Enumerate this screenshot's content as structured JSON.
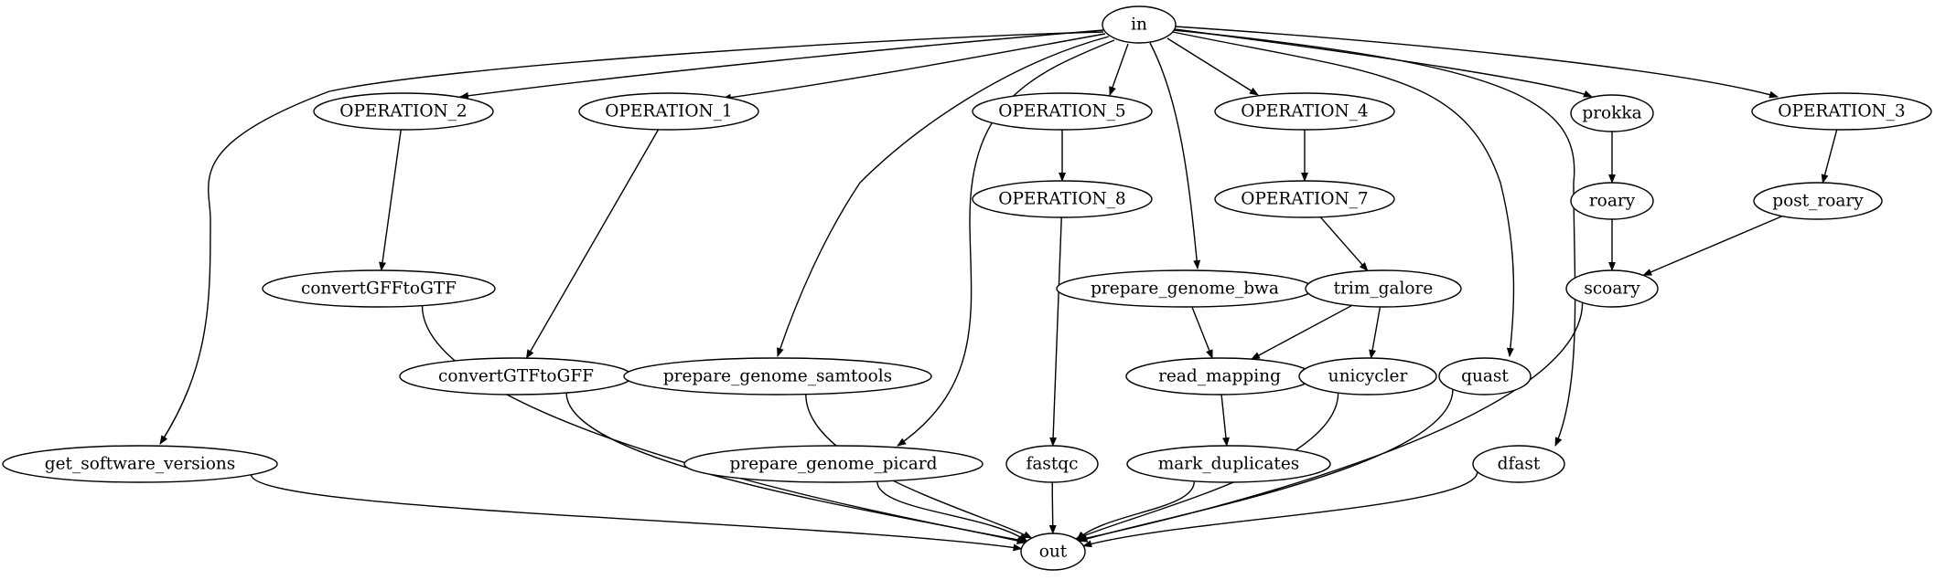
{
  "graph": {
    "nodes": [
      {
        "id": "in",
        "label": "in"
      },
      {
        "id": "OPERATION_2",
        "label": "OPERATION_2"
      },
      {
        "id": "OPERATION_1",
        "label": "OPERATION_1"
      },
      {
        "id": "OPERATION_5",
        "label": "OPERATION_5"
      },
      {
        "id": "OPERATION_4",
        "label": "OPERATION_4"
      },
      {
        "id": "prokka",
        "label": "prokka"
      },
      {
        "id": "OPERATION_3",
        "label": "OPERATION_3"
      },
      {
        "id": "OPERATION_8",
        "label": "OPERATION_8"
      },
      {
        "id": "OPERATION_7",
        "label": "OPERATION_7"
      },
      {
        "id": "roary",
        "label": "roary"
      },
      {
        "id": "post_roary",
        "label": "post_roary"
      },
      {
        "id": "convertGFFtoGTF",
        "label": "convertGFFtoGTF"
      },
      {
        "id": "prepare_genome_bwa",
        "label": "prepare_genome_bwa"
      },
      {
        "id": "trim_galore",
        "label": "trim_galore"
      },
      {
        "id": "scoary",
        "label": "scoary"
      },
      {
        "id": "convertGTFtoGFF",
        "label": "convertGTFtoGFF"
      },
      {
        "id": "prepare_genome_samtools",
        "label": "prepare_genome_samtools"
      },
      {
        "id": "read_mapping",
        "label": "read_mapping"
      },
      {
        "id": "unicycler",
        "label": "unicycler"
      },
      {
        "id": "quast",
        "label": "quast"
      },
      {
        "id": "get_software_versions",
        "label": "get_software_versions"
      },
      {
        "id": "prepare_genome_picard",
        "label": "prepare_genome_picard"
      },
      {
        "id": "fastqc",
        "label": "fastqc"
      },
      {
        "id": "mark_duplicates",
        "label": "mark_duplicates"
      },
      {
        "id": "dfast",
        "label": "dfast"
      },
      {
        "id": "out",
        "label": "out"
      }
    ],
    "edges": [
      [
        "in",
        "OPERATION_2"
      ],
      [
        "in",
        "OPERATION_1"
      ],
      [
        "in",
        "OPERATION_5"
      ],
      [
        "in",
        "OPERATION_4"
      ],
      [
        "in",
        "prokka"
      ],
      [
        "in",
        "OPERATION_3"
      ],
      [
        "in",
        "get_software_versions"
      ],
      [
        "in",
        "prepare_genome_samtools"
      ],
      [
        "in",
        "prepare_genome_picard"
      ],
      [
        "in",
        "prepare_genome_bwa"
      ],
      [
        "in",
        "quast"
      ],
      [
        "in",
        "dfast"
      ],
      [
        "OPERATION_2",
        "convertGFFtoGTF"
      ],
      [
        "OPERATION_1",
        "convertGTFtoGFF"
      ],
      [
        "OPERATION_5",
        "OPERATION_8"
      ],
      [
        "OPERATION_4",
        "OPERATION_7"
      ],
      [
        "prokka",
        "roary"
      ],
      [
        "OPERATION_3",
        "post_roary"
      ],
      [
        "OPERATION_8",
        "fastqc"
      ],
      [
        "OPERATION_7",
        "trim_galore"
      ],
      [
        "roary",
        "scoary"
      ],
      [
        "post_roary",
        "scoary"
      ],
      [
        "prepare_genome_bwa",
        "read_mapping"
      ],
      [
        "trim_galore",
        "read_mapping"
      ],
      [
        "trim_galore",
        "unicycler"
      ],
      [
        "read_mapping",
        "mark_duplicates"
      ],
      [
        "get_software_versions",
        "out"
      ],
      [
        "convertGFFtoGTF",
        "out"
      ],
      [
        "convertGTFtoGFF",
        "out"
      ],
      [
        "prepare_genome_samtools",
        "out"
      ],
      [
        "prepare_genome_picard",
        "out"
      ],
      [
        "fastqc",
        "out"
      ],
      [
        "mark_duplicates",
        "out"
      ],
      [
        "unicycler",
        "out"
      ],
      [
        "quast",
        "out"
      ],
      [
        "dfast",
        "out"
      ],
      [
        "scoary",
        "out"
      ]
    ]
  }
}
